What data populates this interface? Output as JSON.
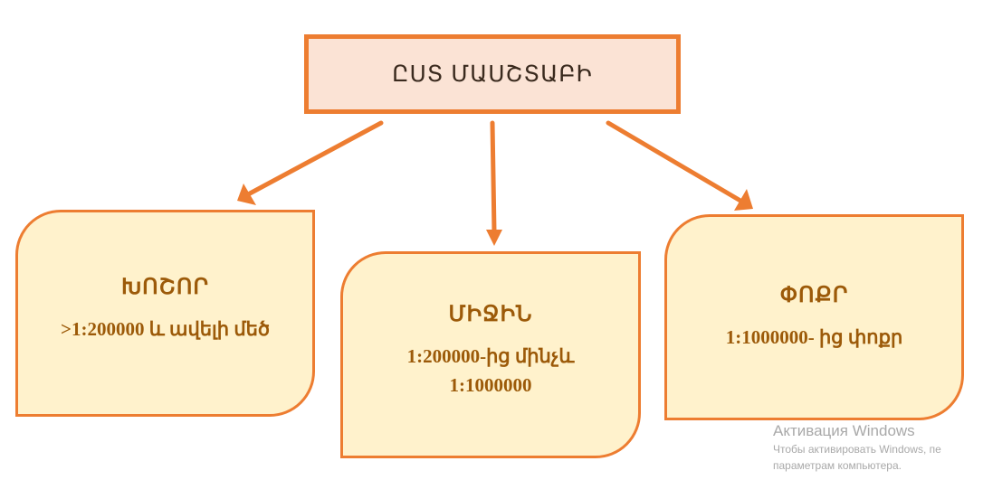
{
  "root": {
    "title": "ԸՍՏ ՄԱՍՇՏԱԲԻ"
  },
  "categories": [
    {
      "title": "ԽՈՇՈՐ",
      "text": ">1:200000 և ավելի մեծ"
    },
    {
      "title": "ՄԻՋԻՆ",
      "text": "1:200000-ից մինչև\n1:1000000"
    },
    {
      "title": "ՓՈՔՐ",
      "text": "1:1000000- ից փոքր"
    }
  ],
  "watermark": {
    "title": "Активация Windows",
    "line1": "Чтобы активировать Windows, пе",
    "line2": "параметрам компьютера."
  },
  "colors": {
    "accent": "#ed7d31",
    "root_fill": "#fbe3d5",
    "card_fill": "#fff2cc",
    "card_text": "#9c5a09"
  }
}
